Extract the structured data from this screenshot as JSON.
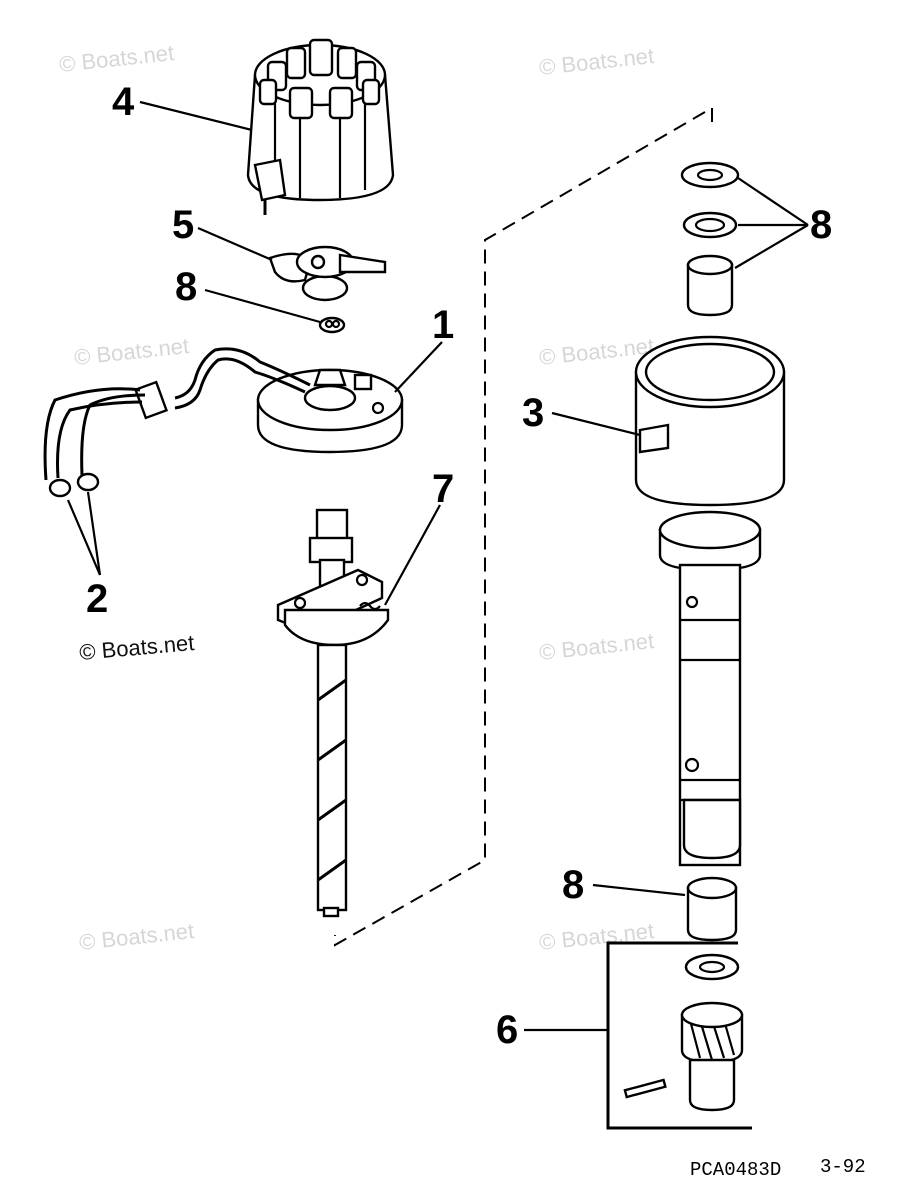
{
  "callouts": {
    "c4": "4",
    "c5": "5",
    "c8a": "8",
    "c1": "1",
    "c2": "2",
    "c7": "7",
    "c8b": "8",
    "c3": "3",
    "c8c": "8",
    "c6": "6"
  },
  "watermarks": {
    "w1": "© Boats.net",
    "w2": "© Boats.net",
    "w3": "© Boats.net",
    "w4": "© Boats.net",
    "w5": "© Boats.net",
    "w6": "© Boats.net",
    "w7": "© Boats.net",
    "w8": "© Boats.net"
  },
  "footer": {
    "code": "PCA0483D",
    "date": "3-92"
  }
}
